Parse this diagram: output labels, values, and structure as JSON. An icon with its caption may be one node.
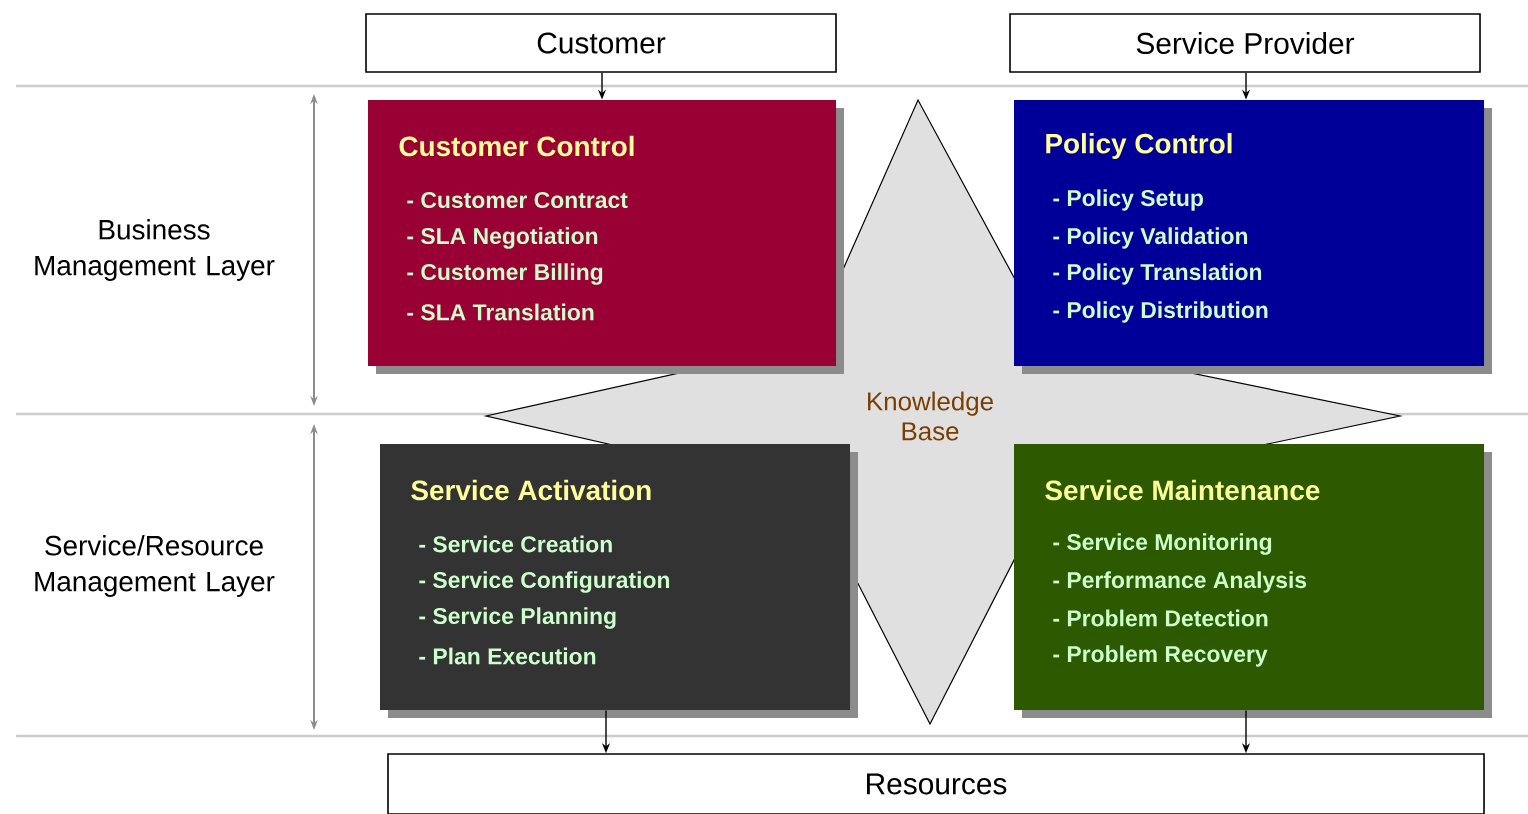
{
  "diagram": {
    "nodes": [
      {
        "text": [
          "Customer"
        ]
      },
      {
        "text": [
          "Service Provider"
        ]
      },
      {
        "text": [
          "Customer Control",
          "- Customer Contract",
          "- SLA Negotiation",
          "- Customer Billing",
          "- SLA Translation"
        ]
      },
      {
        "text": [
          "Policy Control",
          "- Policy Setup",
          "- Policy Validation",
          "- Policy Translation",
          "- Policy Distribution"
        ]
      },
      {
        "text": [
          "Knowledge Base"
        ]
      },
      {
        "text": [
          "Service Activation",
          "- Service Creation",
          "- Service Configuration",
          "- Service Planning",
          "- Plan Execution"
        ]
      },
      {
        "text": [
          "Service Maintenance",
          "- Service Monitoring",
          "- Performance Analysis",
          "- Problem Detection",
          "- Problem Recovery"
        ]
      },
      {
        "text": [
          "Resources"
        ]
      }
    ],
    "edges": [
      {
        "from": 0,
        "to": 2,
        "arrow": "to"
      },
      {
        "from": 1,
        "to": 3,
        "arrow": "to"
      },
      {
        "from": 5,
        "to": 7,
        "arrow": "to"
      },
      {
        "from": 6,
        "to": 7,
        "arrow": "to"
      }
    ],
    "labels": [
      "Business Management Layer",
      "Service/Resource Management Layer"
    ]
  }
}
